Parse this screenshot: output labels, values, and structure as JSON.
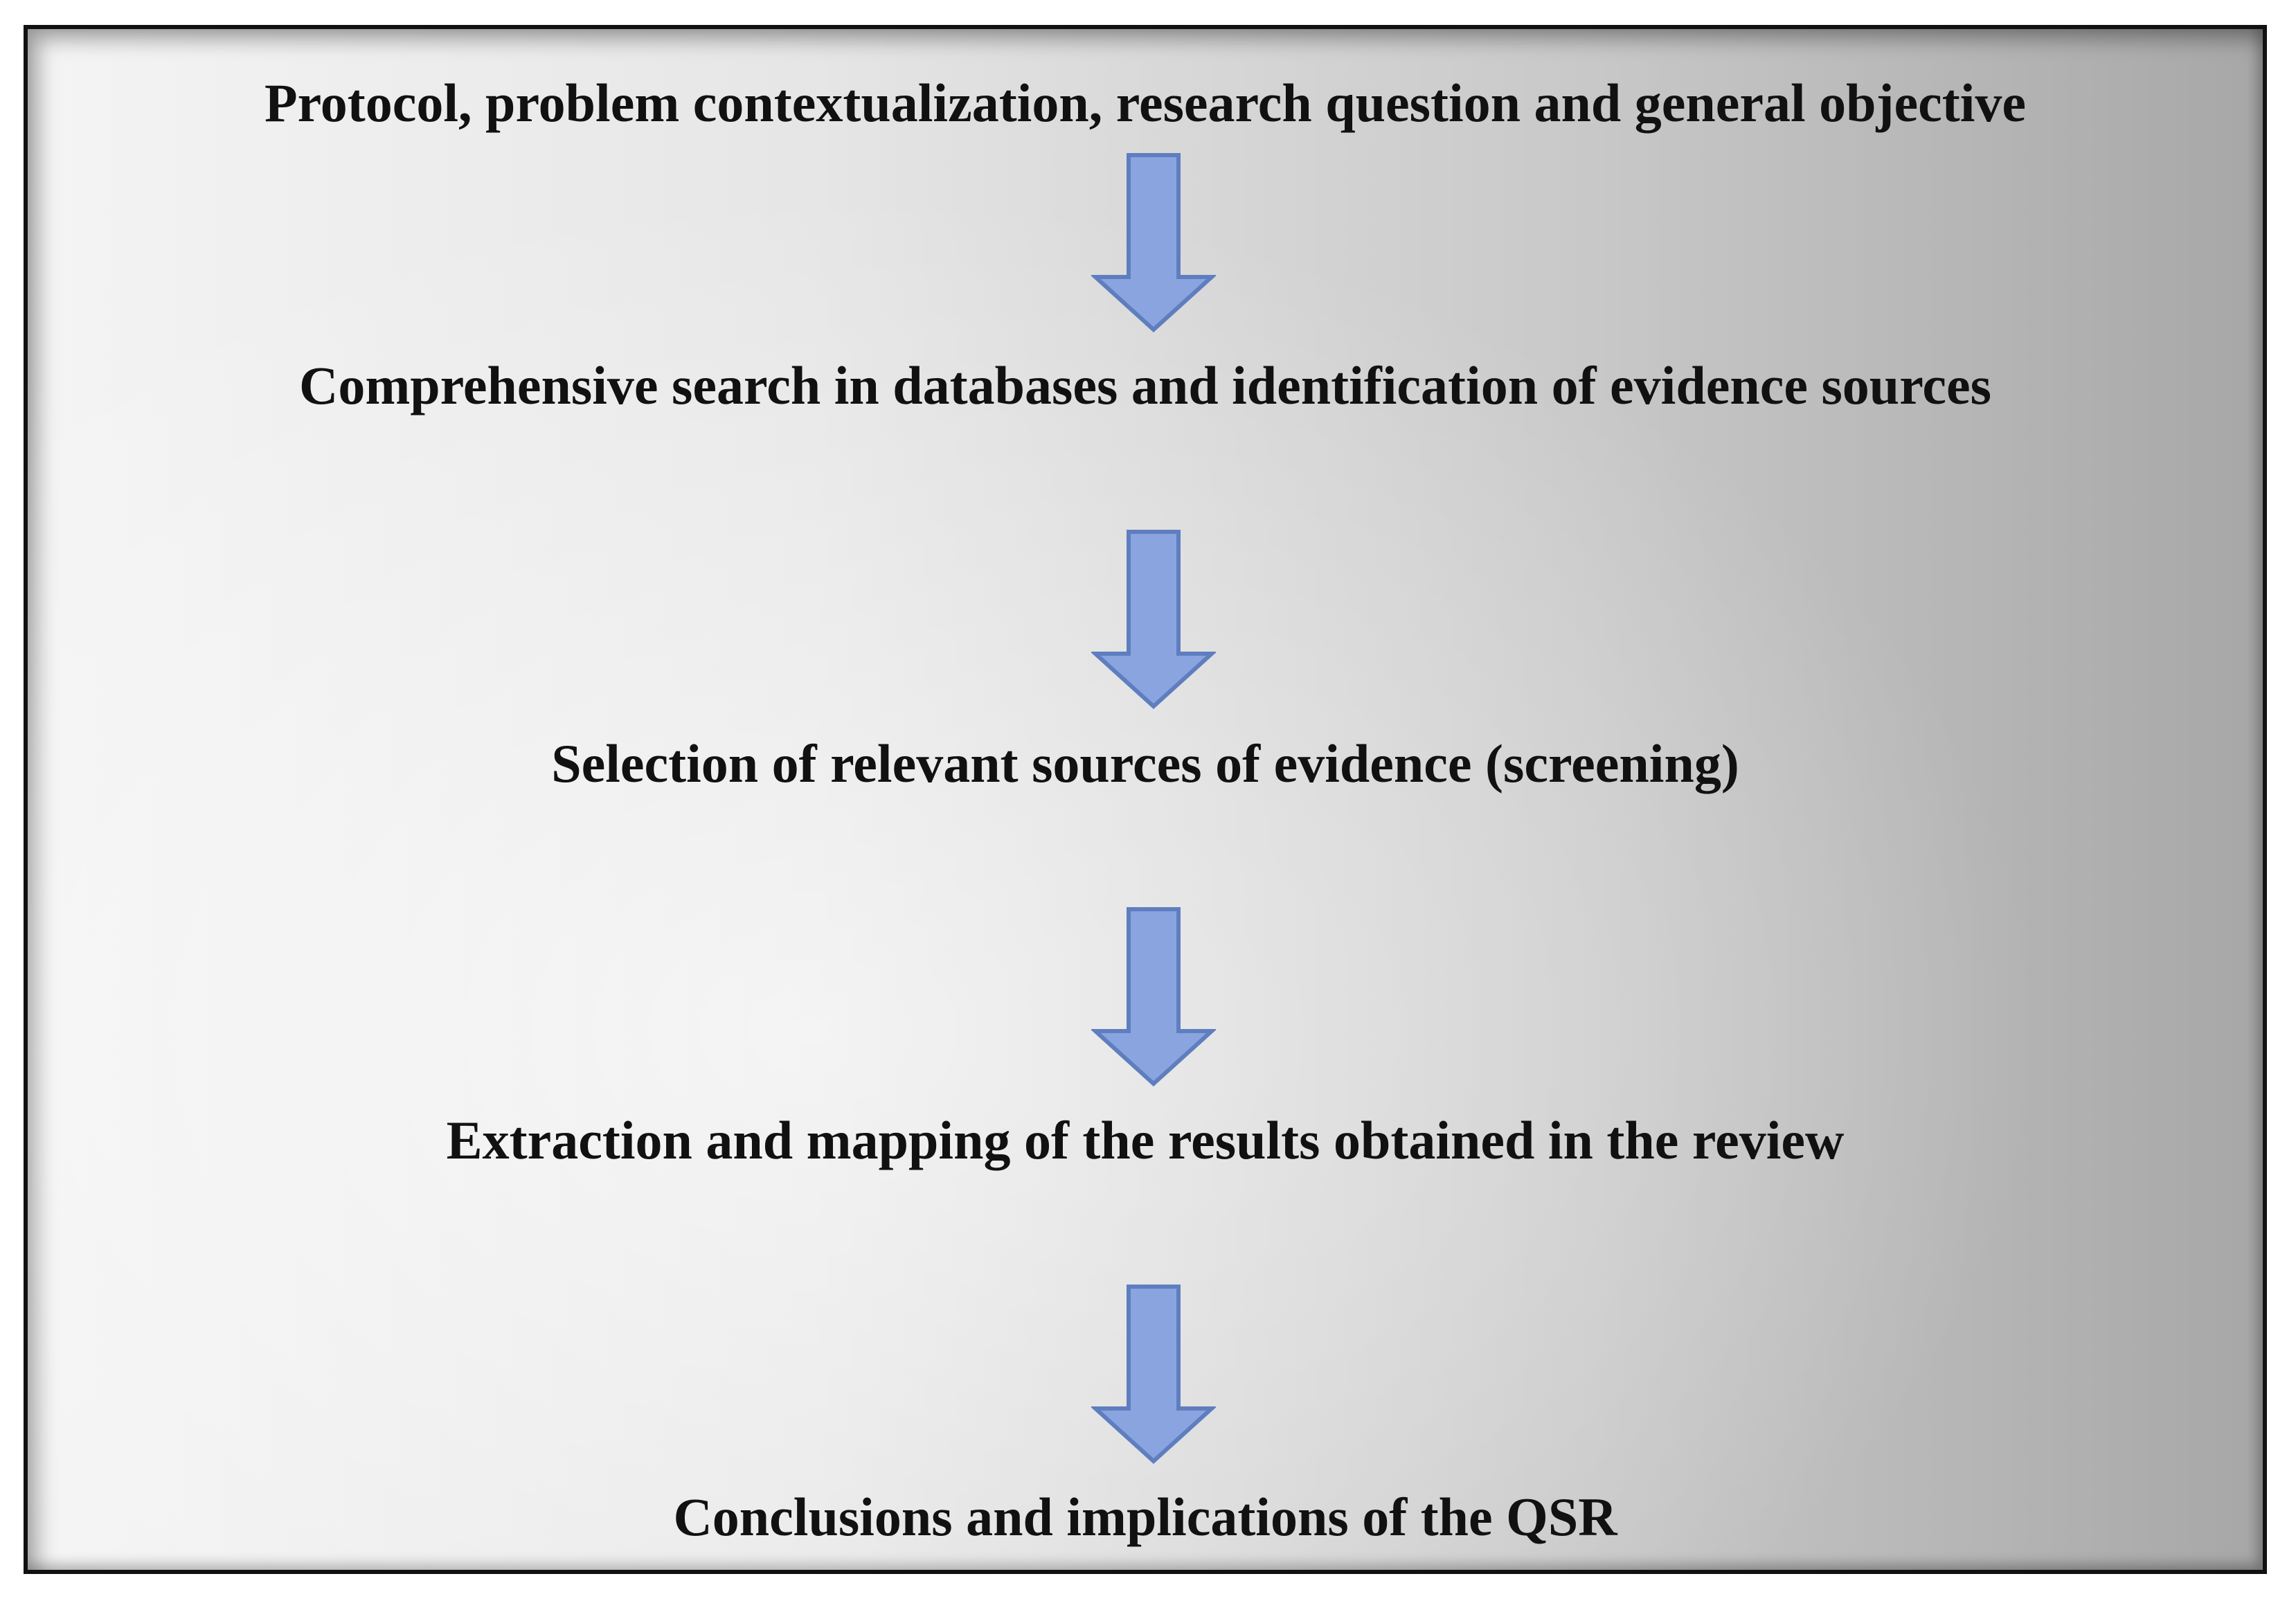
{
  "steps": [
    {
      "label": "Protocol, problem contextualization, research question and general objective"
    },
    {
      "label": "Comprehensive search in databases and identification of evidence sources"
    },
    {
      "label": "Selection of relevant sources of evidence (screening)"
    },
    {
      "label": "Extraction and mapping of the results obtained in the review"
    },
    {
      "label": "Conclusions and implications of the QSR"
    }
  ],
  "colors": {
    "arrow_fill": "#8aa4e0",
    "arrow_stroke": "#5f7ec0",
    "text": "#111111",
    "frame_border": "#111111"
  }
}
